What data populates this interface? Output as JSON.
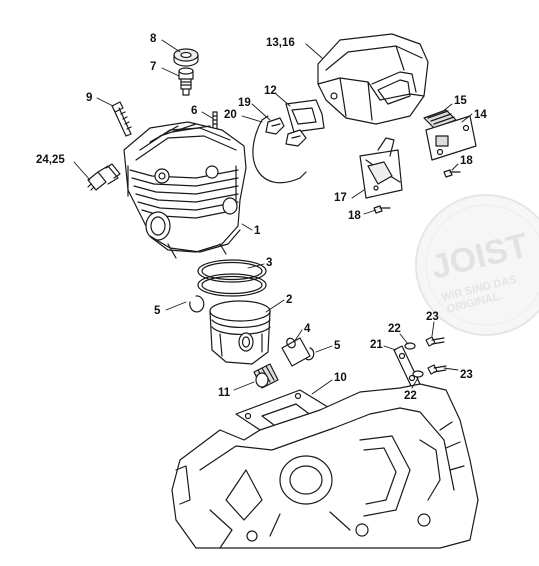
{
  "diagram": {
    "callouts": [
      {
        "id": "c8",
        "text": "8"
      },
      {
        "id": "c7",
        "text": "7"
      },
      {
        "id": "c9",
        "text": "9"
      },
      {
        "id": "c6",
        "text": "6"
      },
      {
        "id": "c2425",
        "text": "24,25"
      },
      {
        "id": "c1",
        "text": "1"
      },
      {
        "id": "c1316",
        "text": "13,16"
      },
      {
        "id": "c12",
        "text": "12"
      },
      {
        "id": "c19",
        "text": "19"
      },
      {
        "id": "c20",
        "text": "20"
      },
      {
        "id": "c15",
        "text": "15"
      },
      {
        "id": "c14",
        "text": "14"
      },
      {
        "id": "c18a",
        "text": "18"
      },
      {
        "id": "c17",
        "text": "17"
      },
      {
        "id": "c18b",
        "text": "18"
      },
      {
        "id": "c3",
        "text": "3"
      },
      {
        "id": "c5a",
        "text": "5"
      },
      {
        "id": "c2",
        "text": "2"
      },
      {
        "id": "c4",
        "text": "4"
      },
      {
        "id": "c5b",
        "text": "5"
      },
      {
        "id": "c11",
        "text": "11"
      },
      {
        "id": "c10",
        "text": "10"
      },
      {
        "id": "c22a",
        "text": "22"
      },
      {
        "id": "c23a",
        "text": "23"
      },
      {
        "id": "c21",
        "text": "21"
      },
      {
        "id": "c22b",
        "text": "22"
      },
      {
        "id": "c23b",
        "text": "23"
      }
    ]
  },
  "watermark": {
    "brand": "JOIST",
    "tagline_1": "WIR SIND DAS",
    "tagline_2": "ORIGINAL."
  }
}
